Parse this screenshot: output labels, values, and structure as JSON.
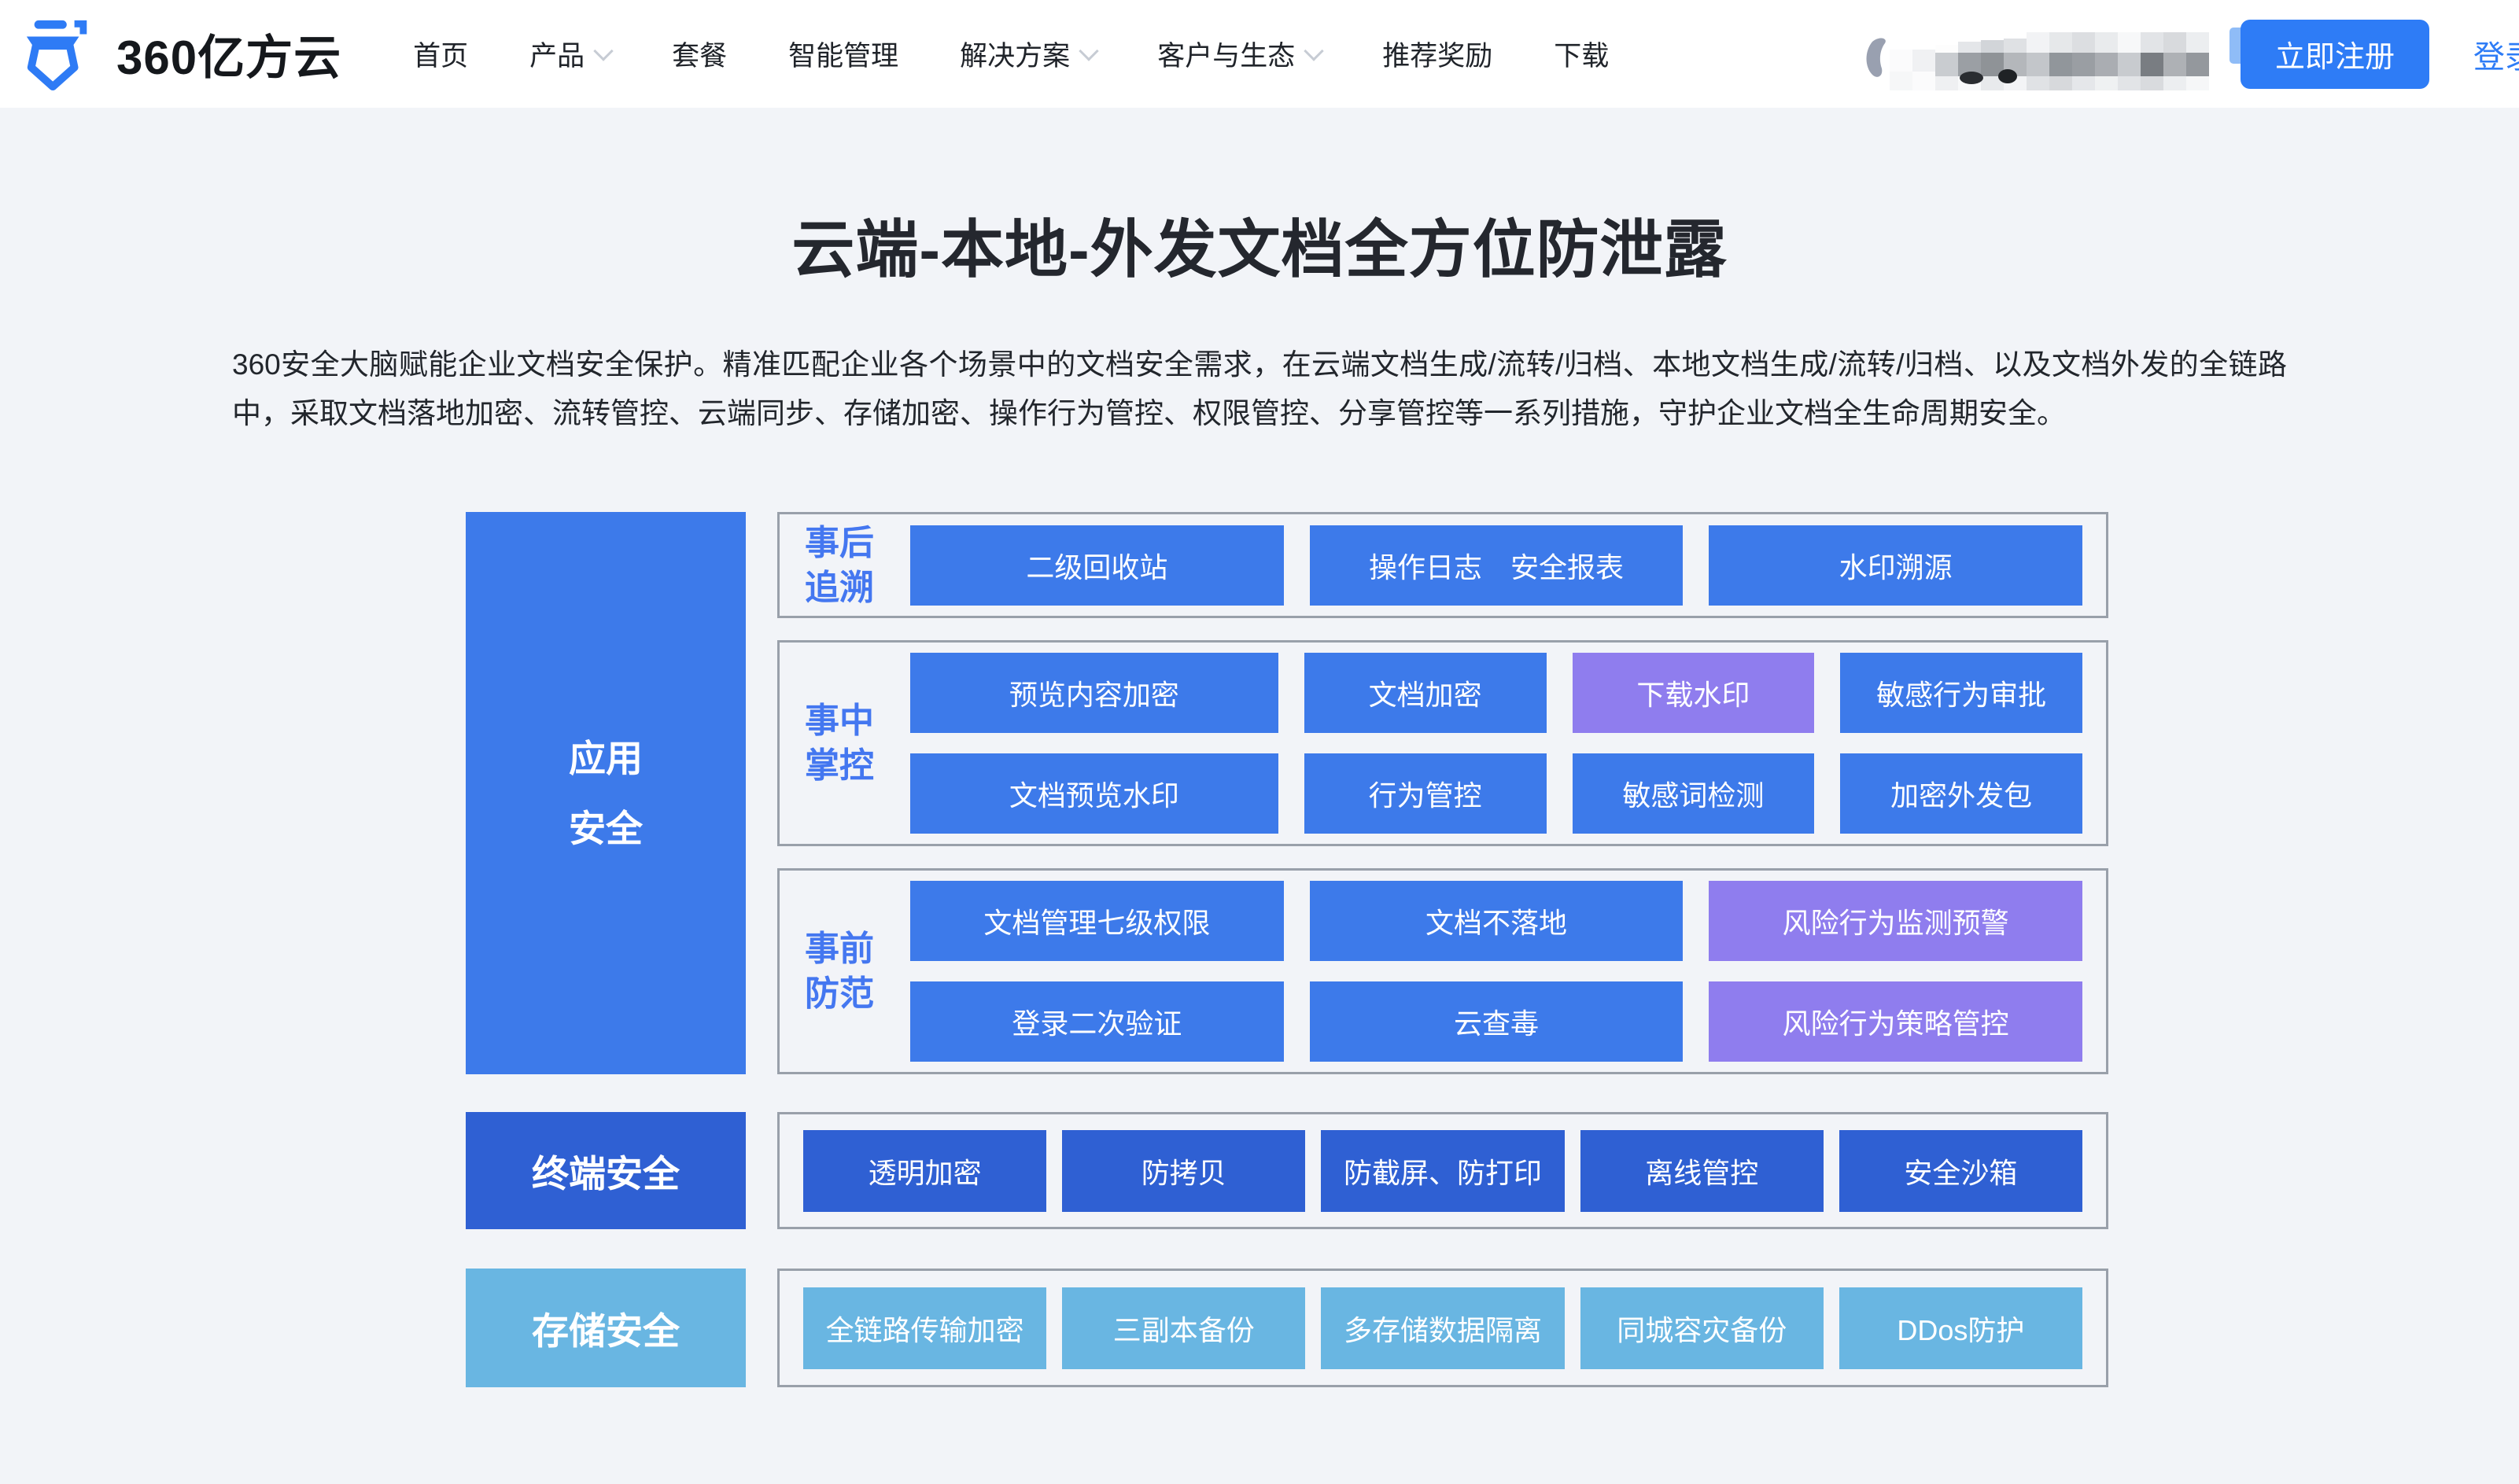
{
  "colors": {
    "accent": "#2E7CF6",
    "blue": "#3D7AEA",
    "purple": "#8F7DEE",
    "dark_blue": "#2F60D3",
    "light_blue": "#69B6E2",
    "label_blue": "#4477F0"
  },
  "nav": {
    "logo_text": "360亿方云",
    "items": [
      {
        "label": "首页"
      },
      {
        "label": "产品"
      },
      {
        "label": "套餐"
      },
      {
        "label": "智能管理"
      },
      {
        "label": "解决方案"
      },
      {
        "label": "客户与生态"
      },
      {
        "label": "推荐奖励"
      },
      {
        "label": "下载"
      }
    ],
    "register_label": "立即注册",
    "login_label": "登录"
  },
  "hero": {
    "title": "云端-本地-外发文档全方位防泄露",
    "description": "360安全大脑赋能企业文档安全保护。精准匹配企业各个场景中的文档安全需求，在云端文档生成/流转/归档、本地文档生成/流转/归档、以及文档外发的全链路中，采取文档落地加密、流转管控、云端同步、存储加密、操作行为管控、权限管控、分享管控等一系列措施，守护企业文档全生命周期安全。"
  },
  "diagram": {
    "left": {
      "app": [
        "应用",
        "安全"
      ],
      "terminal": "终端安全",
      "storage": "存储安全"
    },
    "after": {
      "label": [
        "事后",
        "追溯"
      ],
      "cells": [
        "二级回收站",
        "操作日志　安全报表",
        "水印溯源"
      ]
    },
    "during": {
      "label": [
        "事中",
        "掌控"
      ],
      "row1": [
        "预览内容加密",
        "文档加密",
        "下载水印",
        "敏感行为审批"
      ],
      "row2": [
        "文档预览水印",
        "行为管控",
        "敏感词检测",
        "加密外发包"
      ]
    },
    "before": {
      "label": [
        "事前",
        "防范"
      ],
      "row1": [
        "文档管理七级权限",
        "文档不落地",
        "风险行为监测预警"
      ],
      "row2": [
        "登录二次验证",
        "云查毒",
        "风险行为策略管控"
      ]
    },
    "terminal_cells": [
      "透明加密",
      "防拷贝",
      "防截屏、防打印",
      "离线管控",
      "安全沙箱"
    ],
    "storage_cells": [
      "全链路传输加密",
      "三副本备份",
      "多存储数据隔离",
      "同城容灾备份",
      "DDos防护"
    ]
  }
}
